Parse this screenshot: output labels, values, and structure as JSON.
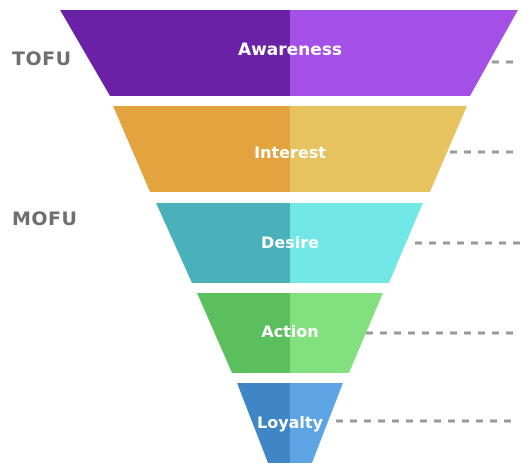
{
  "side_labels": {
    "top": "TOFU",
    "middle": "MOFU"
  },
  "stages": [
    {
      "label": "Awareness",
      "dark": "#6a21a6",
      "light": "#a44fe6"
    },
    {
      "label": "Interest",
      "dark": "#e3a43f",
      "light": "#e6c35f"
    },
    {
      "label": "Desire",
      "dark": "#4ab1bb",
      "light": "#72e8e6"
    },
    {
      "label": "Action",
      "dark": "#5cbf5e",
      "light": "#82e07f"
    },
    {
      "label": "Loyalty",
      "dark": "#3f86c7",
      "light": "#5da4e4"
    }
  ],
  "connector_color": "#9a9a9a"
}
